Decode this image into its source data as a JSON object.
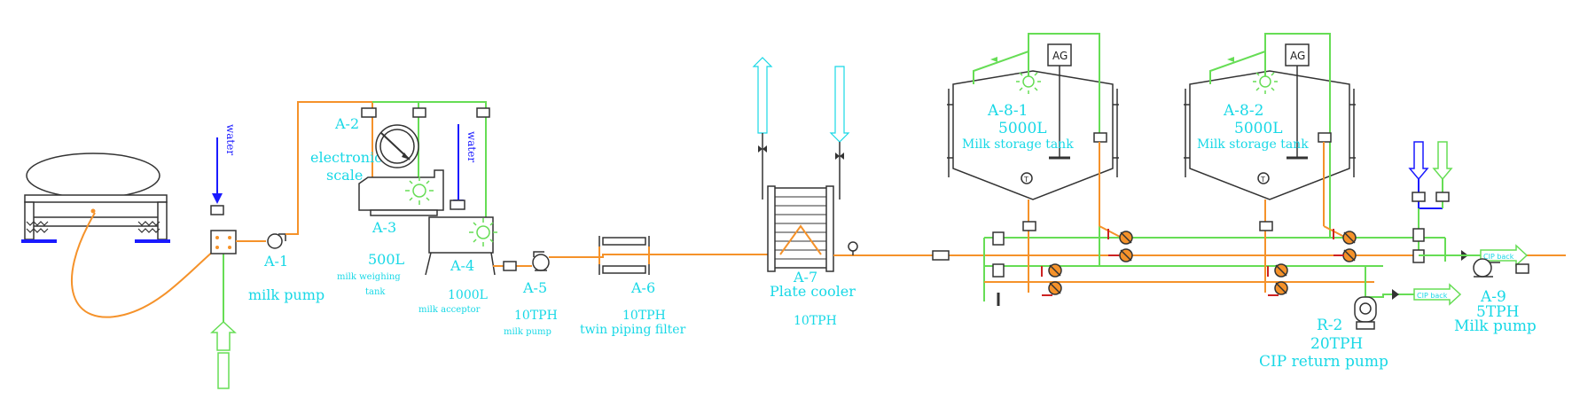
{
  "labels": {
    "water_1": "water",
    "water_2": "water",
    "a1": "A-1",
    "a1_name": "milk pump",
    "a2": "A-2",
    "scale": "electronic\nscale",
    "a3": "A-3",
    "a3_cap": "500L",
    "a3_name": "milk weighing\ntank",
    "a4": "A-4",
    "a4_cap": "1000L",
    "a4_name": "milk acceptor",
    "a5": "A-5",
    "a5_cap": "10TPH",
    "a5_name": "milk pump",
    "a6": "A-6",
    "a6_cap": "10TPH",
    "a6_name": "twin piping filter",
    "a7": "A-7",
    "a7_name": "Plate cooler",
    "a7_cap": "10TPH",
    "a81": "A-8-1",
    "a81_cap": "5000L",
    "a81_name": "Milk storage tank",
    "a82": "A-8-2",
    "a82_cap": "5000L",
    "a82_name": "Milk storage tank",
    "ag1": "AG",
    "ag2": "AG",
    "r2": "R-2",
    "r2_cap": "20TPH",
    "r2_name": "CIP return pump",
    "a9": "A-9",
    "a9_cap": "5TPH",
    "a9_name": "Milk pump",
    "cip_back_1": "CIP back",
    "cip_back_2": "CIP back"
  },
  "colors": {
    "milk_line": "#f5922a",
    "cip_line": "#66dd55",
    "water_line": "#1a1aff",
    "label": "#18d8e6"
  }
}
